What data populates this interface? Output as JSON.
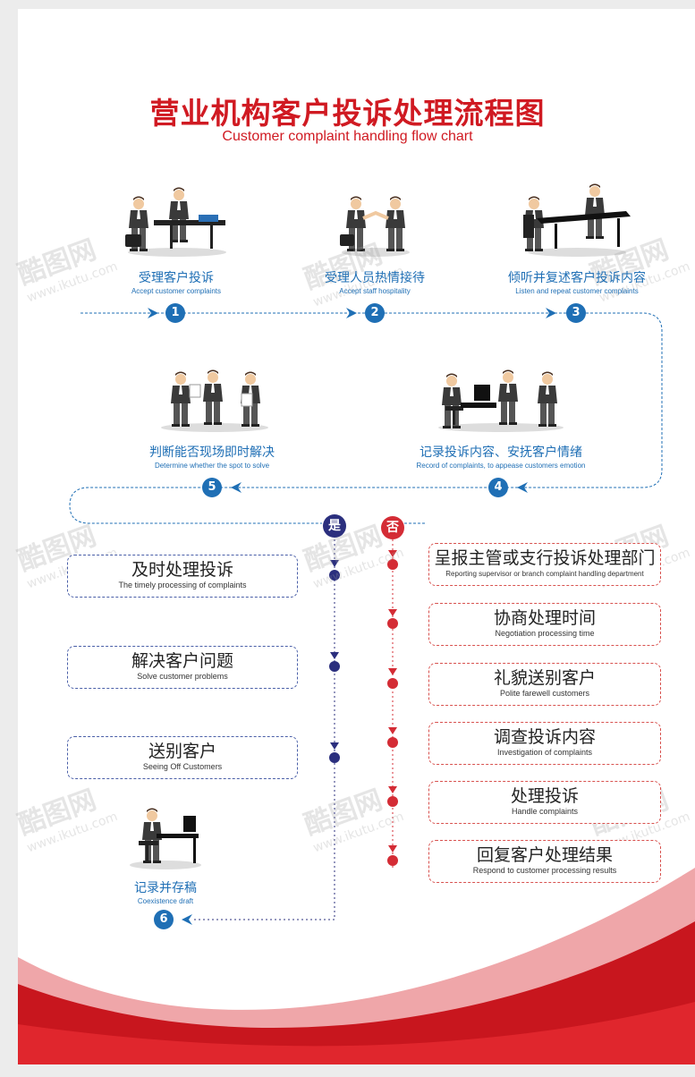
{
  "title": {
    "cn": "营业机构客户投诉处理流程图",
    "en": "Customer complaint handling flow chart"
  },
  "steps": [
    {
      "num": "1",
      "cn": "受理客户投诉",
      "en": "Accept customer complaints"
    },
    {
      "num": "2",
      "cn": "受理人员热情接待",
      "en": "Accept staff hospitality"
    },
    {
      "num": "3",
      "cn": "倾听并复述客户投诉内容",
      "en": "Listen and repeat customer complaints"
    },
    {
      "num": "4",
      "cn": "记录投诉内容、安抚客户情绪",
      "en": "Record of complaints, to appease customers emotion"
    },
    {
      "num": "5",
      "cn": "判断能否现场即时解决",
      "en": "Determine whether the spot to solve"
    },
    {
      "num": "6",
      "cn": "记录并存稿",
      "en": "Coexistence draft"
    }
  ],
  "decision": {
    "yes": "是",
    "no": "否"
  },
  "yes_boxes": [
    {
      "cn": "及时处理投诉",
      "en": "The timely processing of complaints"
    },
    {
      "cn": "解决客户问题",
      "en": "Solve customer problems"
    },
    {
      "cn": "送别客户",
      "en": "Seeing Off Customers"
    }
  ],
  "no_boxes": [
    {
      "cn": "呈报主管或支行投诉处理部门",
      "en": "Reporting supervisor or branch complaint handling department"
    },
    {
      "cn": "协商处理时间",
      "en": "Negotiation processing time"
    },
    {
      "cn": "礼貌送别客户",
      "en": "Polite farewell customers"
    },
    {
      "cn": "调查投诉内容",
      "en": "Investigation of complaints"
    },
    {
      "cn": "处理投诉",
      "en": "Handle complaints"
    },
    {
      "cn": "回复客户处理结果",
      "en": "Respond to customer processing results"
    }
  ],
  "watermark": {
    "brand": "酷图网",
    "url": "www.ikutu.com"
  },
  "colors": {
    "red": "#d01a22",
    "blue": "#1f6fb5",
    "navy": "#2b2f7e",
    "no_red": "#d42c35",
    "suit": "#3a3a3a"
  },
  "icons": [
    "meeting-desk-illustration",
    "handshake-illustration",
    "office-desk-illustration",
    "group-discussion-illustration",
    "counter-service-illustration",
    "computer-worker-illustration"
  ]
}
